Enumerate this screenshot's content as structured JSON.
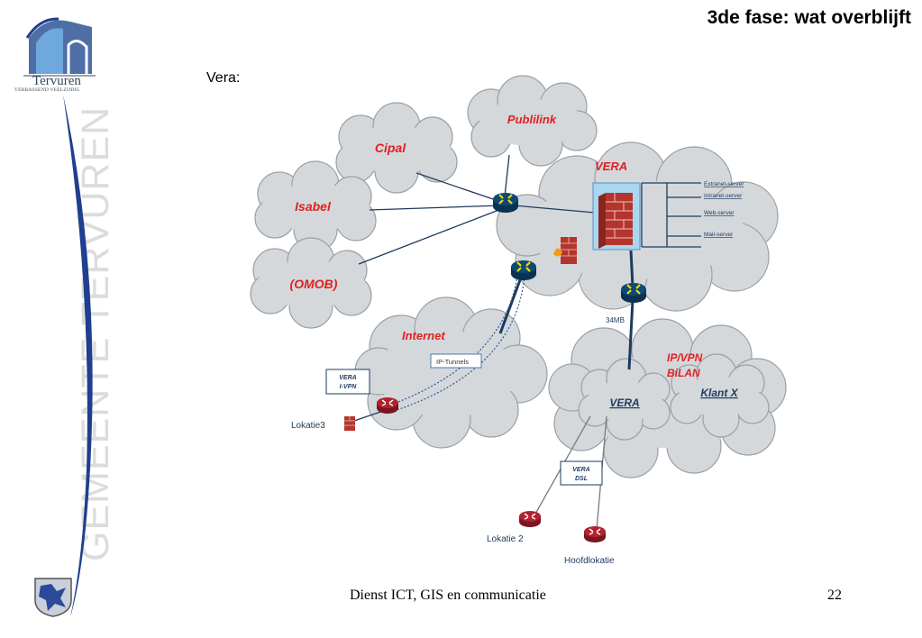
{
  "slide": {
    "title": "3de fase: wat overblijft",
    "subtitle": "Vera:",
    "footer": "Dienst ICT, GIS en communicatie",
    "page_number": "22",
    "vertical_text": "GEMEENTE TERVUREN"
  },
  "logo": {
    "name": "Tervuren",
    "tagline": "VERRASSEND VEELZIJDIG"
  },
  "clouds": {
    "publilink": "Publilink",
    "cipal": "Cipal",
    "isabel": "Isabel",
    "omob": "(OMOB)",
    "vera_main": "VERA",
    "internet": "Internet",
    "ipvpn_line1": "IP/VPN",
    "ipvpn_line2": "BiLAN",
    "vera_inner": "VERA",
    "klant_x": "Klant X"
  },
  "servers": [
    "Extranet-server",
    "Intranet-server",
    "Web-server",
    "Mail-server"
  ],
  "labels": {
    "speed": "34MB",
    "ip_tunnels": "IP-Tunnels",
    "vera_ivpn_line1": "VERA",
    "vera_ivpn_line2": "I-VPN",
    "vera_dsl_line1": "VERA",
    "vera_dsl_line2": "DSL",
    "lokatie3": "Lokatie3",
    "lokatie2": "Lokatie 2",
    "hoofdlokatie": "Hoofdlokatie"
  },
  "colors": {
    "cloud_fill": "#d4d8db",
    "cloud_stroke": "#9aa0a6",
    "cloud_label_red": "#e02020",
    "router_blue": "#0e4a73",
    "router_red": "#b22230",
    "line_navy": "#1e3a5f",
    "firewall_box": "#a9d6f0",
    "logo_blue": "#1f3f8f"
  }
}
